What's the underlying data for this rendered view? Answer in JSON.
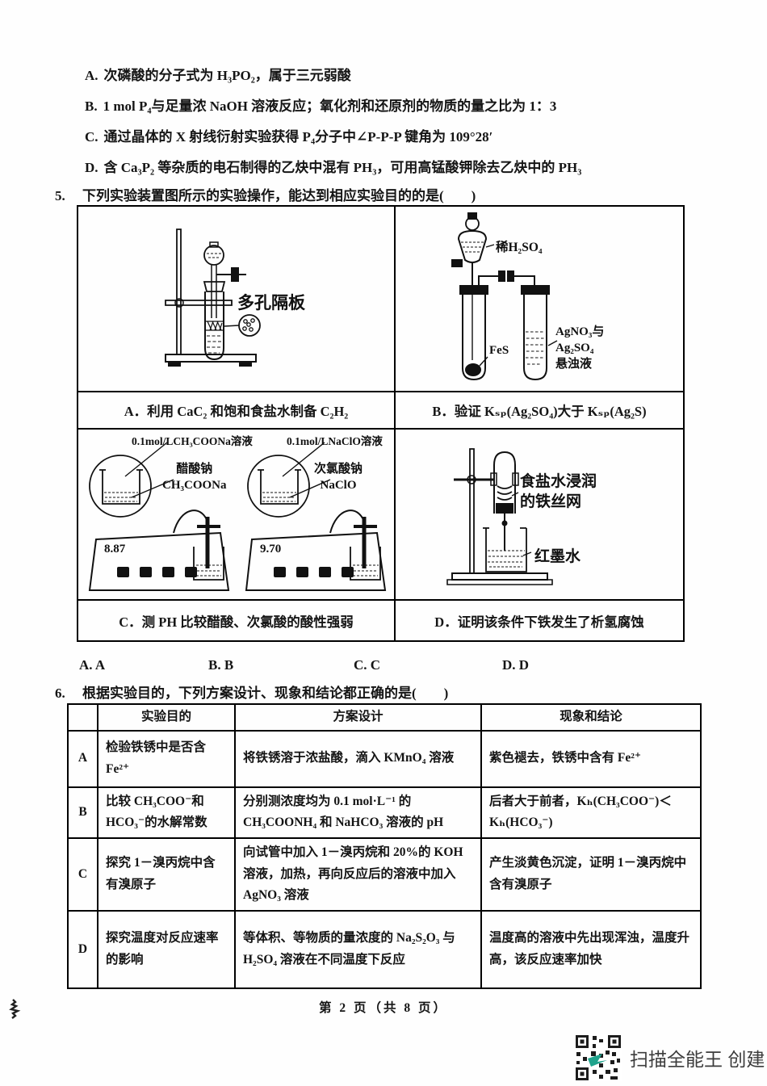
{
  "q4_options": [
    {
      "label": "A.",
      "text": "次磷酸的分子式为 H₃PO₂，属于三元弱酸"
    },
    {
      "label": "B.",
      "text": "1 mol P₄与足量浓 NaOH 溶液反应；氧化剂和还原剂的物质的量之比为 1：3"
    },
    {
      "label": "C.",
      "text": "通过晶体的 X 射线衍射实验获得 P₄分子中∠P-P-P 键角为 109°28′"
    },
    {
      "label": "D.",
      "text": "含 Ca₃P₂ 等杂质的电石制得的乙炔中混有 PH₃，可用高锰酸钾除去乙炔中的 PH₃"
    }
  ],
  "q5": {
    "number": "5.",
    "text": "下列实验装置图所示的实验操作，能达到相应实验目的的是(　　)"
  },
  "apparatus": {
    "a": {
      "caption": "A．利用 CaC₂ 和饱和食盐水制备 C₂H₂",
      "porous_plate": "多孔隔板"
    },
    "b": {
      "caption": "B．验证 Kₛₚ(Ag₂SO₄)大于 Kₛₚ(Ag₂S)",
      "dilute_acid": "稀H₂SO₄",
      "fes": "FeS",
      "suspension": "AgNO₃与\nAg₂SO₄\n悬浊液"
    },
    "c": {
      "caption": "C．测 PH 比较醋酸、次氯酸的酸性强弱",
      "left_solution": "0.1mol/LCH₃COONa溶液",
      "left_salt": "醋酸钠\nCH₃COONa",
      "right_solution": "0.1mol/LNaClO溶液",
      "right_salt": "次氯酸钠\nNaClO",
      "left_reading": "8.87",
      "right_reading": "9.70"
    },
    "d": {
      "caption": "D．证明该条件下铁发生了析氢腐蚀",
      "mesh": "食盐水浸润\n的铁丝网",
      "red_ink": "红墨水"
    }
  },
  "answers": {
    "a": "A. A",
    "b": "B. B",
    "c": "C. C",
    "d": "D. D"
  },
  "q6": {
    "number": "6.",
    "text": "根据实验目的，下列方案设计、现象和结论都正确的是(　　)"
  },
  "design_table": {
    "headers": {
      "purpose": "实验目的",
      "design": "方案设计",
      "conclusion": "现象和结论"
    },
    "rows": [
      {
        "key": "A",
        "purpose": "检验铁锈中是否含 Fe²⁺",
        "design": "将铁锈溶于浓盐酸，滴入 KMnO₄ 溶液",
        "conclusion": "紫色褪去，铁锈中含有 Fe²⁺"
      },
      {
        "key": "B",
        "purpose": "比较 CH₃COO⁻和 HCO₃⁻的水解常数",
        "design": "分别测浓度均为 0.1 mol·L⁻¹ 的 CH₃COONH₄ 和 NaHCO₃ 溶液的 pH",
        "conclusion": "后者大于前者，Kₕ(CH₃COO⁻)＜Kₕ(HCO₃⁻)"
      },
      {
        "key": "C",
        "purpose": "探究 1－溴丙烷中含有溴原子",
        "design": "向试管中加入 1－溴丙烷和 20%的 KOH 溶液，加热，再向反应后的溶液中加入 AgNO₃ 溶液",
        "conclusion": "产生淡黄色沉淀，证明 1－溴丙烷中含有溴原子"
      },
      {
        "key": "D",
        "purpose": "探究温度对反应速率的影响",
        "design": "等体积、等物质的量浓度的 Na₂S₂O₃ 与 H₂SO₄ 溶液在不同温度下反应",
        "conclusion": "温度高的溶液中先出现浑浊，温度升高，该反应速率加快"
      }
    ]
  },
  "footer": {
    "page_info": "第 2 页（共 8 页）"
  },
  "scanner_mark": {
    "text": "扫描全能王 创建"
  }
}
